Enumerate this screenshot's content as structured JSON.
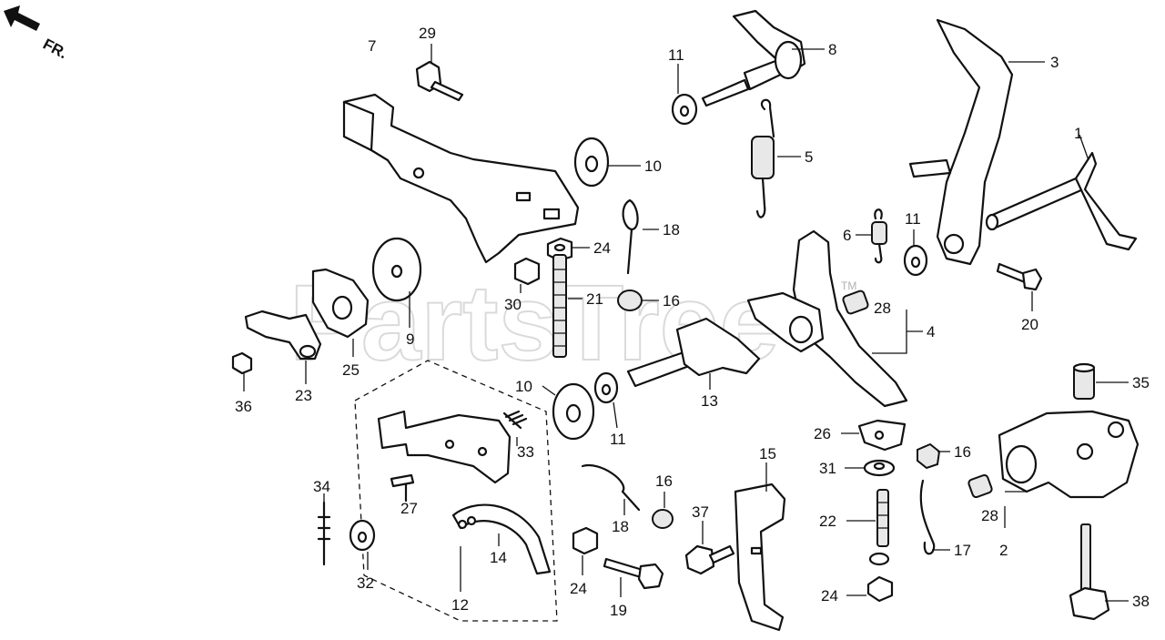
{
  "watermark": {
    "text": "PartsTree",
    "mark": "TM"
  },
  "orientation": {
    "label": "FR.",
    "icon": "front-direction-arrow-icon"
  },
  "callouts": [
    {
      "id": "c1",
      "label": "1"
    },
    {
      "id": "c2",
      "label": "2"
    },
    {
      "id": "c3",
      "label": "3"
    },
    {
      "id": "c4",
      "label": "4"
    },
    {
      "id": "c5",
      "label": "5"
    },
    {
      "id": "c6",
      "label": "6"
    },
    {
      "id": "c7",
      "label": "7"
    },
    {
      "id": "c8",
      "label": "8"
    },
    {
      "id": "c9",
      "label": "9"
    },
    {
      "id": "c10a",
      "label": "10"
    },
    {
      "id": "c10b",
      "label": "10"
    },
    {
      "id": "c11a",
      "label": "11"
    },
    {
      "id": "c11b",
      "label": "11"
    },
    {
      "id": "c11c",
      "label": "11"
    },
    {
      "id": "c12",
      "label": "12"
    },
    {
      "id": "c13",
      "label": "13"
    },
    {
      "id": "c14",
      "label": "14"
    },
    {
      "id": "c15",
      "label": "15"
    },
    {
      "id": "c16a",
      "label": "16"
    },
    {
      "id": "c16b",
      "label": "16"
    },
    {
      "id": "c16c",
      "label": "16"
    },
    {
      "id": "c17",
      "label": "17"
    },
    {
      "id": "c18a",
      "label": "18"
    },
    {
      "id": "c18b",
      "label": "18"
    },
    {
      "id": "c19",
      "label": "19"
    },
    {
      "id": "c20",
      "label": "20"
    },
    {
      "id": "c21",
      "label": "21"
    },
    {
      "id": "c22",
      "label": "22"
    },
    {
      "id": "c23",
      "label": "23"
    },
    {
      "id": "c24a",
      "label": "24"
    },
    {
      "id": "c24b",
      "label": "24"
    },
    {
      "id": "c24c",
      "label": "24"
    },
    {
      "id": "c25",
      "label": "25"
    },
    {
      "id": "c26",
      "label": "26"
    },
    {
      "id": "c27",
      "label": "27"
    },
    {
      "id": "c28a",
      "label": "28"
    },
    {
      "id": "c28b",
      "label": "28"
    },
    {
      "id": "c29",
      "label": "29"
    },
    {
      "id": "c30",
      "label": "30"
    },
    {
      "id": "c31",
      "label": "31"
    },
    {
      "id": "c32",
      "label": "32"
    },
    {
      "id": "c33",
      "label": "33"
    },
    {
      "id": "c34",
      "label": "34"
    },
    {
      "id": "c35",
      "label": "35"
    },
    {
      "id": "c36",
      "label": "36"
    },
    {
      "id": "c37",
      "label": "37"
    },
    {
      "id": "c38",
      "label": "38"
    }
  ]
}
